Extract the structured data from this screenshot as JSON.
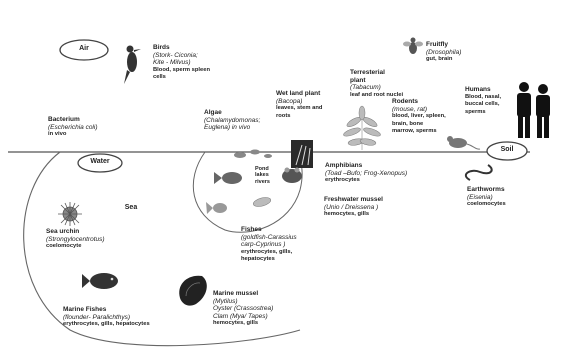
{
  "zones": {
    "air": "Air",
    "water": "Water",
    "soil": "Soil",
    "sea": "Sea",
    "pond": "Pond\nlakes\nrivers"
  },
  "organisms": {
    "birds": {
      "name": "Birds",
      "sci": "(Stork- Ciconia;\nKite - Milvus)",
      "tissue": "Blood, sperm spleen\ncells"
    },
    "bacterium": {
      "name": "Bacterium",
      "sci": "(Escherichia coli)",
      "tissue": "in vivo"
    },
    "algae": {
      "name": "Algae",
      "sci": "(Chalamydomonas;\nEuglena) in vivo",
      "tissue": ""
    },
    "wetland": {
      "name": "Wet land plant",
      "sci": "(Bacopa)",
      "tissue": "leaves, stem and\nroots"
    },
    "fruitfly": {
      "name": "Fruitfly",
      "sci": "(Drosophila)",
      "tissue": "gut, brain"
    },
    "terrestrial": {
      "name": "Terresterial\nplant",
      "sci": "(Tabacum)",
      "tissue": "leaf and root nuclei"
    },
    "rodents": {
      "name": "Rodents",
      "sci": "(mouse, rat)",
      "tissue": "blood, liver, spleen,\nbrain, bone\nmarrow, sperms"
    },
    "humans": {
      "name": "Humans",
      "sci": "",
      "tissue": "Blood, nasal,\nbuccal cells,\nsperms"
    },
    "amphibians": {
      "name": "Amphibians",
      "sci": "(Toad –Bufo; Frog-Xenopus)",
      "tissue": "erythrocytes"
    },
    "freshwater": {
      "name": "Freshwater mussel",
      "sci": "(Unio / Dreissena )",
      "tissue": "hemocytes, gills"
    },
    "earthworms": {
      "name": "Earthworms",
      "sci": "(Eisenia)",
      "tissue": "coelomocytes"
    },
    "seaurchin": {
      "name": "Sea urchin",
      "sci": "(Strongylocentrotus)",
      "tissue": "coelomocyte"
    },
    "fishes": {
      "name": "Fishes",
      "sci": "(goldfish-Carassius\ncarp-Cyprinus )",
      "tissue": "erythrocytes, gills,\nhepatocytes"
    },
    "marinemussel": {
      "name": "Marine mussel",
      "sci": "(Mytilus)\nOyster (Crassostrea)\nClam (Mya/ Tapes)",
      "tissue": "hemocytes, gills"
    },
    "marinefishes": {
      "name": "Marine Fishes",
      "sci": "(flounder- Paralichthys)",
      "tissue": "erythrocytes, gills, hepatocytes"
    }
  },
  "icons": [
    "bird-icon",
    "fly-icon",
    "plant-icon",
    "human-icon",
    "rodent-icon",
    "worm-icon",
    "urchin-icon",
    "fish-icon",
    "mussel-icon",
    "algae-icon",
    "frog-icon"
  ],
  "colors": {
    "line": "#555555",
    "ink": "#222222",
    "figure": "#3a3a3a"
  }
}
